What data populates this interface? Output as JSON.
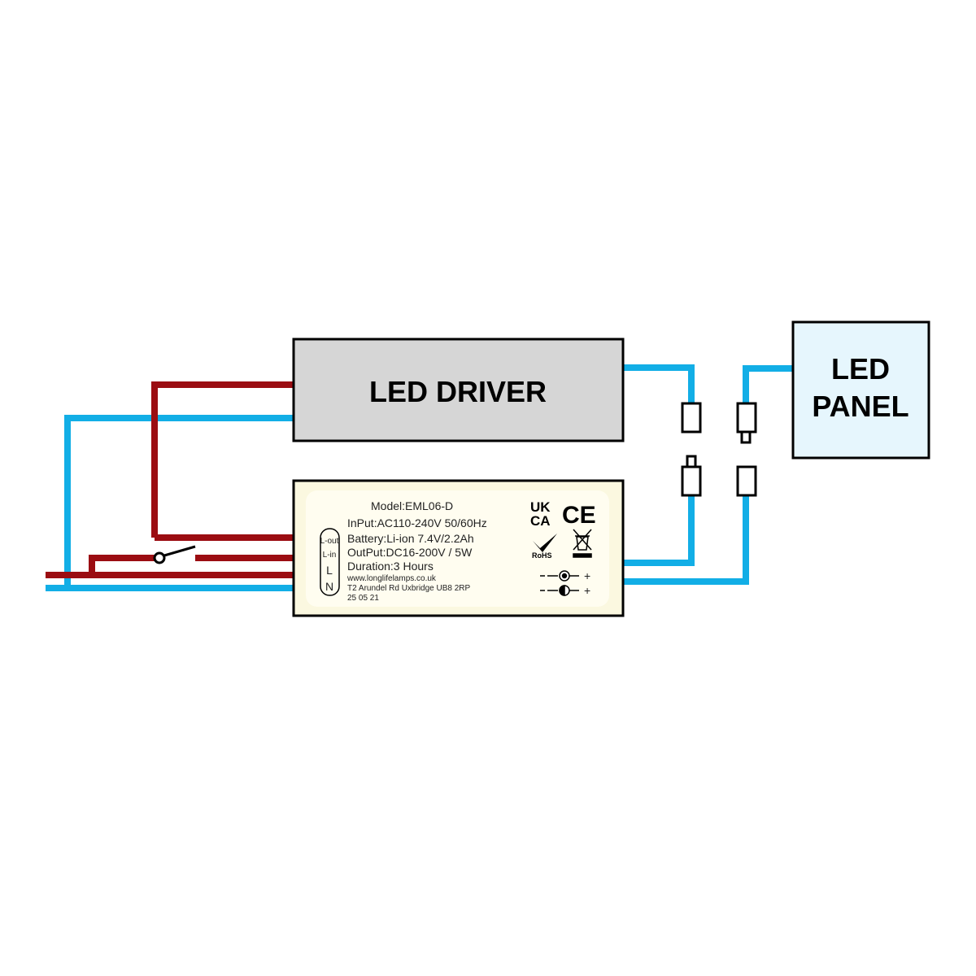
{
  "driver": {
    "title": "LED DRIVER"
  },
  "panel": {
    "line1": "LED",
    "line2": "PANEL"
  },
  "emergency_module": {
    "model": "Model:EML06-D",
    "input": "InPut:AC110-240V 50/60Hz",
    "battery": "Battery:Li-ion 7.4V/2.2Ah",
    "output": "OutPut:DC16-200V / 5W",
    "duration": "Duration:3 Hours",
    "website": "www.longlifelamps.co.uk",
    "address": "T2  Arundel Rd Uxbridge UB8 2RP",
    "date_code": "25 05 21",
    "terminals": [
      "L-out",
      "L-in",
      "L",
      "N"
    ],
    "marks": {
      "ukca_top": "UK",
      "ukca_bottom": "CA",
      "ce": "CE",
      "rohs": "RoHS"
    },
    "polarity": [
      "+",
      "+"
    ]
  },
  "colors": {
    "live_wire": "#9b0d12",
    "neutral_wire": "#12aee6",
    "driver_fill": "#d6d6d6",
    "panel_fill": "#e6f6fd",
    "module_fill": "#fbf8e0",
    "label_fill": "#fffdf0"
  },
  "icons": [
    "switch-icon",
    "connector-icon",
    "ukca-mark-icon",
    "ce-mark-icon",
    "rohs-check-icon",
    "weee-bin-icon",
    "polarity-symbol-icon"
  ]
}
